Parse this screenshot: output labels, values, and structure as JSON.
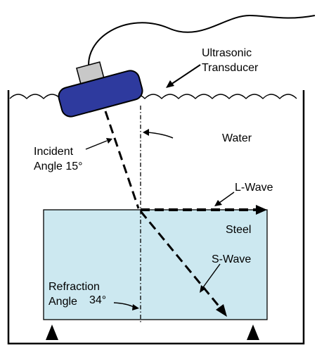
{
  "labels": {
    "transducer_line1": "Ultrasonic",
    "transducer_line2": "Transducer",
    "water": "Water",
    "incident_line1": "Incident",
    "incident_line2": "Angle 15°",
    "l_wave": "L-Wave",
    "steel": "Steel",
    "s_wave": "S-Wave",
    "refraction_line1": "Refraction",
    "refraction_line2": "Angle",
    "refraction_value": "34°"
  },
  "colors": {
    "transducer_body": "#2e3a9e",
    "transducer_cap": "#c8c8c8",
    "steel_block": "#cce8f0",
    "outline": "#000000"
  },
  "angles": {
    "incident_deg": 15,
    "refraction_deg": 34
  }
}
